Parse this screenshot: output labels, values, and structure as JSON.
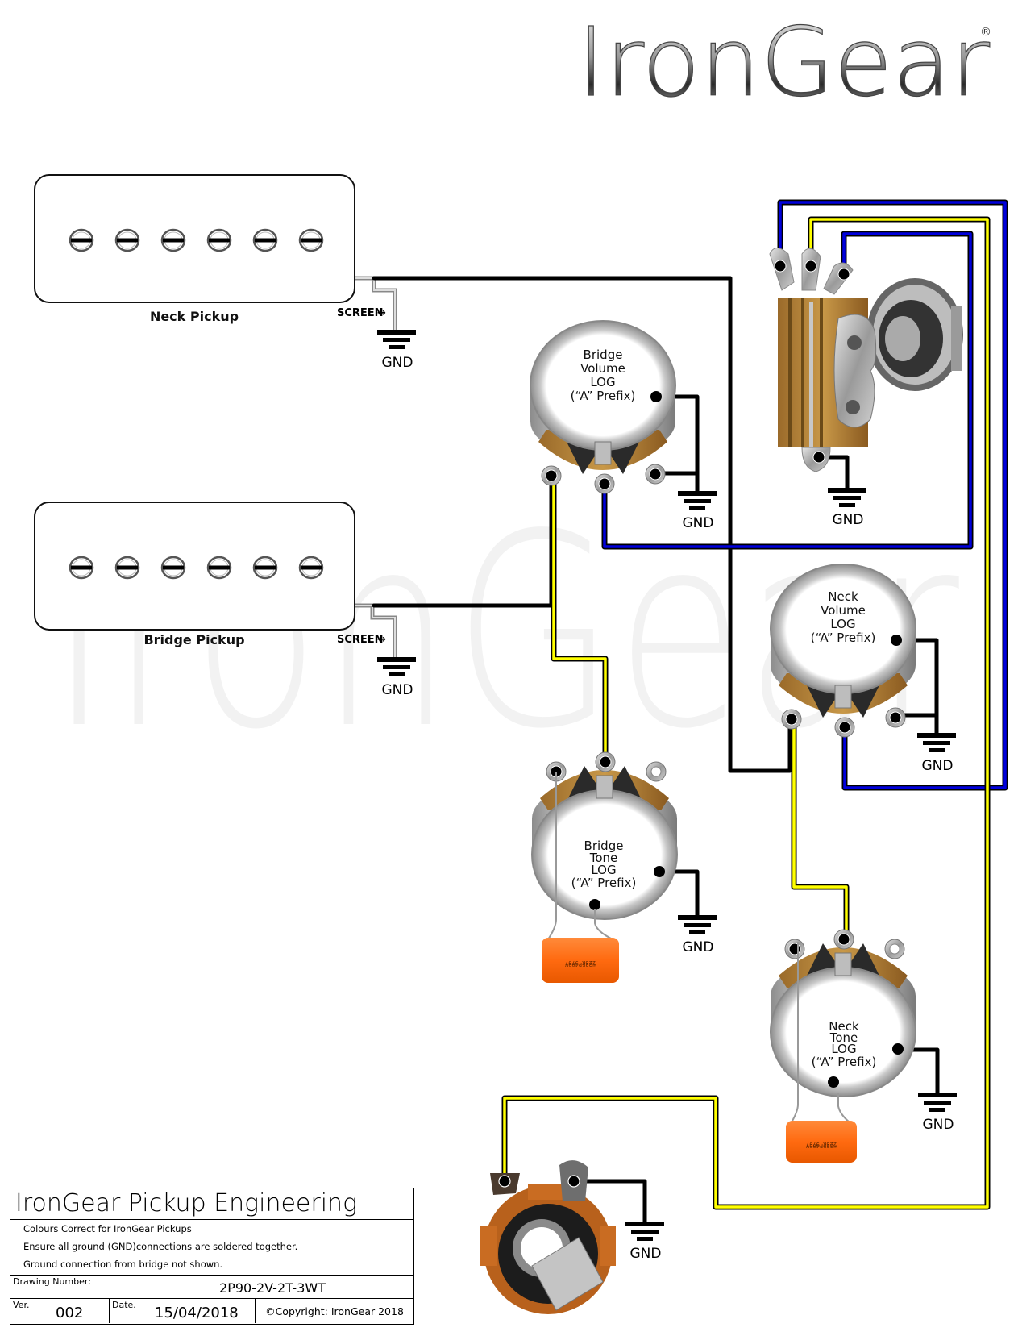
{
  "brand": {
    "logo_text": "IronGear",
    "registered_mark": "®",
    "watermark_text": "IronGear"
  },
  "pickups": {
    "neck": {
      "label": "Neck Pickup",
      "pole_count": 6,
      "screen_label": "SCREEN",
      "ground_label": "GND"
    },
    "bridge": {
      "label": "Bridge Pickup",
      "pole_count": 6,
      "screen_label": "SCREEN",
      "ground_label": "GND"
    }
  },
  "pots": {
    "bridge_volume": {
      "lines": [
        "Bridge",
        "Volume",
        "LOG",
        "(“A” Prefix)"
      ],
      "ground_label": "GND"
    },
    "neck_volume": {
      "lines": [
        "Neck",
        "Volume",
        "LOG",
        "(“A” Prefix)"
      ],
      "ground_label": "GND"
    },
    "bridge_tone": {
      "lines": [
        "Bridge",
        "Tone",
        "LOG",
        "(“A” Prefix)"
      ],
      "ground_label": "GND"
    },
    "neck_tone": {
      "lines": [
        "Neck",
        "Tone",
        "LOG",
        "(“A” Prefix)"
      ],
      "ground_label": "GND"
    }
  },
  "capacitors": {
    "marking_line1": "223K 9707",
    "marking_line2": "©225P400V"
  },
  "switch": {
    "ground_label": "GND"
  },
  "jack": {
    "ground_label": "GND"
  },
  "wire_colors": {
    "hot": "#000000",
    "yellow": "#ffff00",
    "blue": "#0000cc",
    "outline": "#000000"
  },
  "title_block": {
    "title": "IronGear Pickup Engineering",
    "notes": [
      "Colours Correct for IronGear Pickups",
      "Ensure all ground (GND)connections are soldered together.",
      "Ground connection from bridge not shown."
    ],
    "drawing_number_label": "Drawing Number:",
    "drawing_number": "2P90-2V-2T-3WT",
    "version_label": "Ver.",
    "version": "002",
    "date_label": "Date.",
    "date": "15/04/2018",
    "copyright": "©Copyright: IronGear 2018"
  }
}
